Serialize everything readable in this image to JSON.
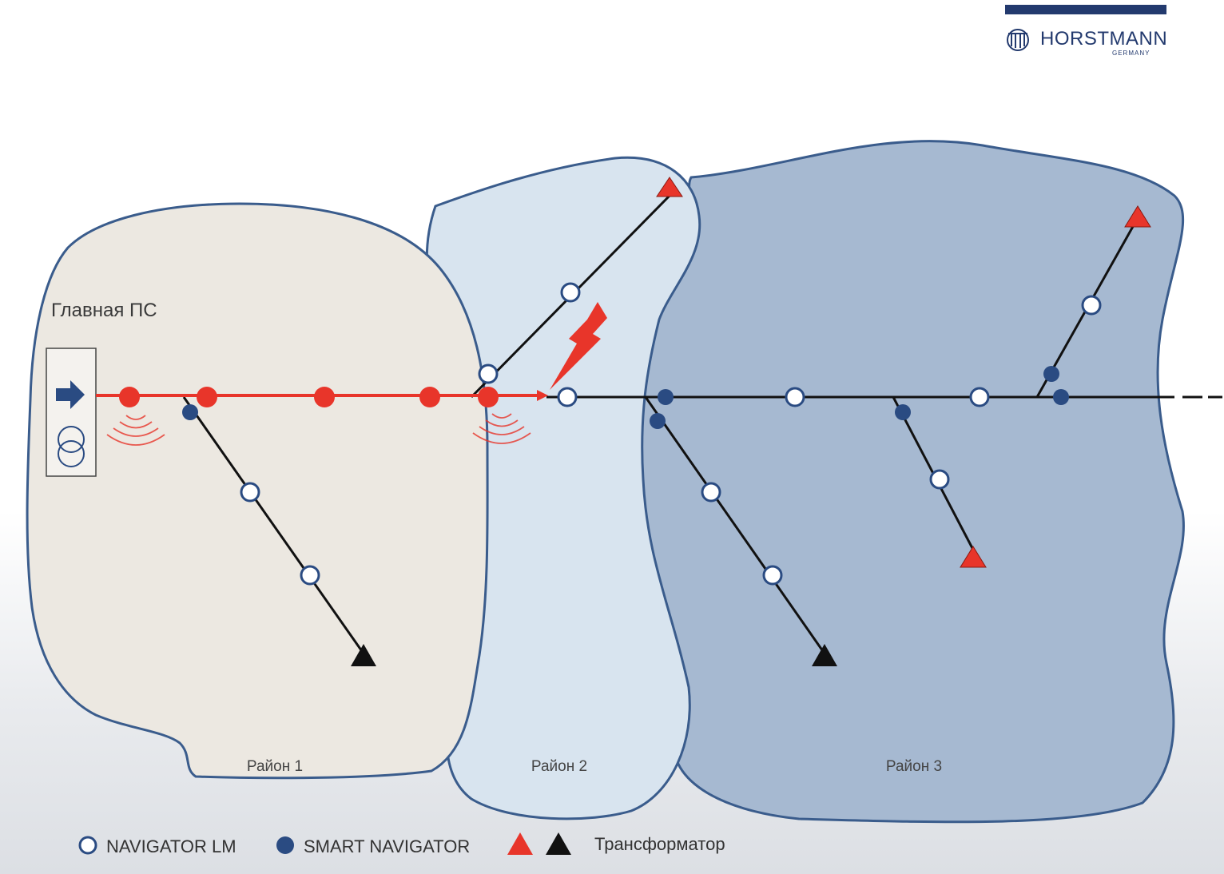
{
  "brand": {
    "name": "HORSTMANN",
    "sub": "GERMANY",
    "color": "#233a6e"
  },
  "substation": {
    "label": "Главная ПС"
  },
  "regions": [
    {
      "label": "Район 1",
      "fill": "#ece8e1"
    },
    {
      "label": "Район 2",
      "fill": "#d8e4ef"
    },
    {
      "label": "Район 3",
      "fill": "#a6b9d1"
    }
  ],
  "legend": {
    "navigator_lm": "NAVIGATOR LM",
    "smart_navigator": "SMART NAVIGATOR",
    "transformer": "Трансформатор"
  },
  "colors": {
    "fault": "#e8352a",
    "smart": "#2a4b82",
    "line": "#111111",
    "border": "#3a5c8c"
  }
}
